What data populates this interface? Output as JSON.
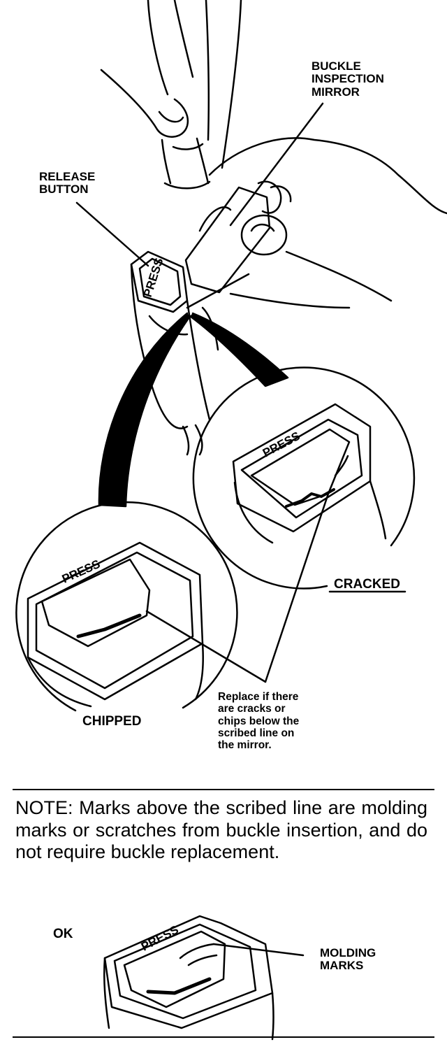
{
  "labels": {
    "buckle_inspection_mirror": "BUCKLE\nINSPECTION\nMIRROR",
    "release_button": "RELEASE\nBUTTON",
    "cracked": "CRACKED",
    "chipped": "CHIPPED",
    "replace_note": "Replace if there\nare cracks or\nchips below the\nscribed line on\nthe mirror.",
    "ok": "OK",
    "molding_marks": "MOLDING\nMARKS"
  },
  "button_text": "PRESS",
  "note": "NOTE: Marks above the scribed line are molding marks or scratches from buckle insertion, and do not require buckle replacement.",
  "colors": {
    "ink": "#000000",
    "paper": "#ffffff"
  }
}
